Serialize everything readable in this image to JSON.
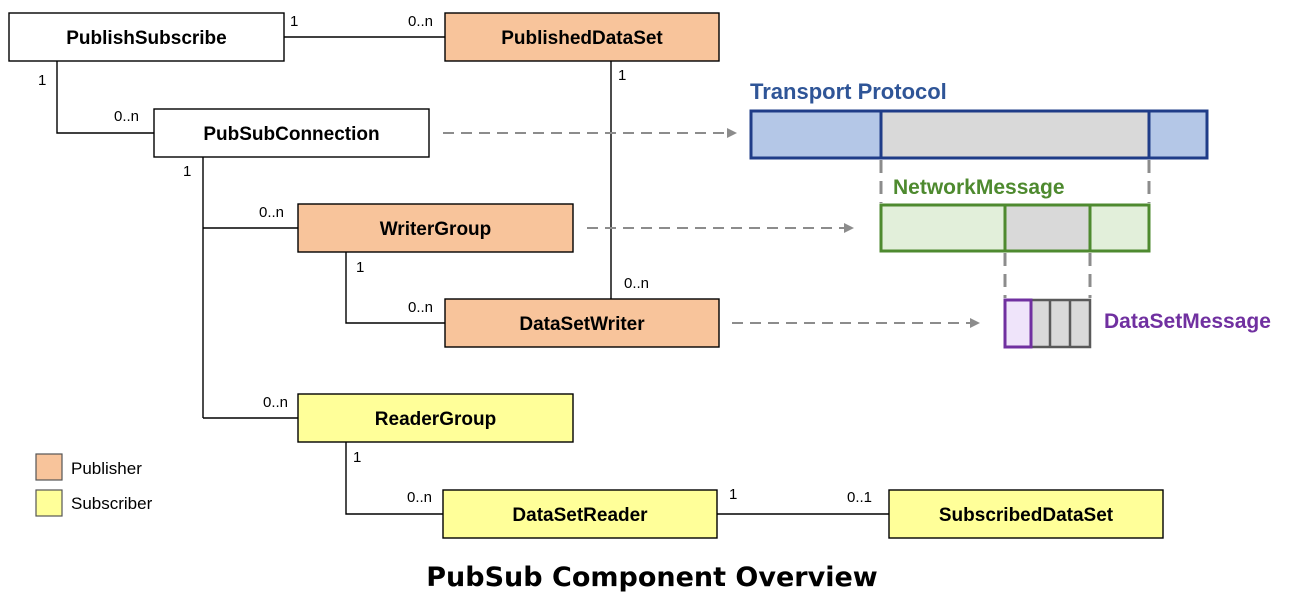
{
  "title": "PubSub Component Overview",
  "colors": {
    "publisher": "#f8c49b",
    "subscriber": "#ffff99",
    "neutral": "#ffffff",
    "transport": "#1f3c88",
    "network": "#4e8a2f",
    "dataset_message": "#7030a0"
  },
  "boxes": {
    "publish_subscribe": "PublishSubscribe",
    "published_data_set": "PublishedDataSet",
    "pubsub_connection": "PubSubConnection",
    "writer_group": "WriterGroup",
    "data_set_writer": "DataSetWriter",
    "reader_group": "ReaderGroup",
    "data_set_reader": "DataSetReader",
    "subscribed_data_set": "SubscribedDataSet"
  },
  "multiplicities": {
    "ps_to_pds_one": "1",
    "ps_to_pds_many": "0..n",
    "ps_to_conn_one": "1",
    "ps_to_conn_many": "0..n",
    "pds_to_writer_one": "1",
    "pds_to_writer_many": "0..n",
    "conn_one": "1",
    "conn_to_wg_many": "0..n",
    "wg_to_dsw_one": "1",
    "wg_to_dsw_many": "0..n",
    "conn_to_rg_many": "0..n",
    "rg_to_dsr_one": "1",
    "rg_to_dsr_many": "0..n",
    "dsr_to_sds_one": "1",
    "dsr_to_sds_opt": "0..1"
  },
  "messages": {
    "transport_protocol": "Transport Protocol",
    "network_message": "NetworkMessage",
    "data_set_message": "DataSetMessage"
  },
  "legend": {
    "publisher": "Publisher",
    "subscriber": "Subscriber"
  }
}
